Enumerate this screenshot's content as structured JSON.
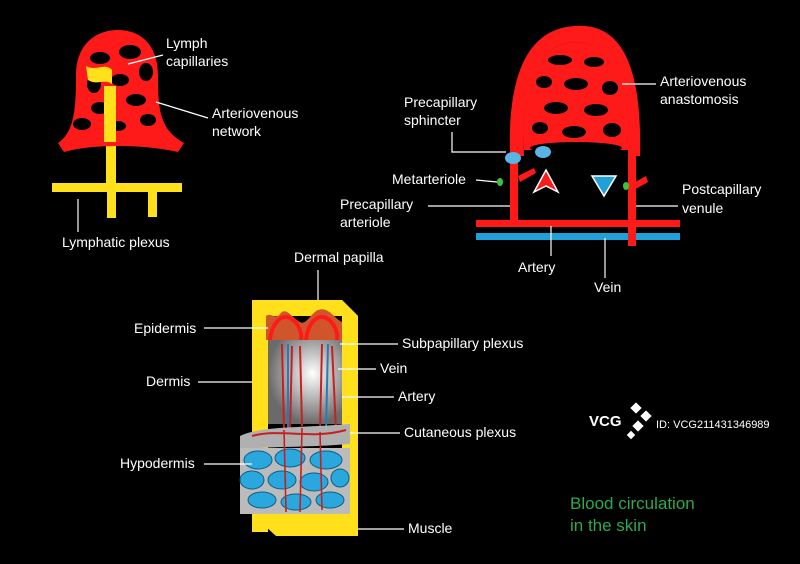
{
  "labels": {
    "lymph_capillaries_1": "Lymph",
    "lymph_capillaries_2": "capillaries",
    "arteriovenous_network_1": "Arteriovenous",
    "arteriovenous_network_2": "network",
    "lymphatic_plexus": "Lymphatic plexus",
    "precapillary_sphincter_1": "Precapillary",
    "precapillary_sphincter_2": "sphincter",
    "arteriovenous_anastomosis_1": "Arteriovenous",
    "arteriovenous_anastomosis_2": "anastomosis",
    "metarteriole": "Metarteriole",
    "precapillary_arteriole_1": "Precapillary",
    "precapillary_arteriole_2": "arteriole",
    "postcapillary_venule_1": "Postcapillary",
    "postcapillary_venule_2": "venule",
    "artery_top": "Artery",
    "vein_top": "Vein",
    "dermal_papilla": "Dermal papilla",
    "epidermis": "Epidermis",
    "subpapillary_plexus": "Subpapillary plexus",
    "vein": "Vein",
    "dermis": "Dermis",
    "artery": "Artery",
    "cutaneous_plexus": "Cutaneous plexus",
    "hypodermis": "Hypodermis",
    "muscle": "Muscle"
  },
  "caption": {
    "line1": "Blood circulation",
    "line2": "in the skin"
  },
  "watermark": {
    "logo": "VCG",
    "id": "ID: VCG211431346989"
  },
  "colors": {
    "vessel_red": "#ff1a1a",
    "lymph_yellow": "#ffe01a",
    "vein_blue": "#1fa0d8",
    "fat_cell_blue": "#2aa7dc",
    "caption_green": "#2fa84f",
    "background": "#000000"
  }
}
